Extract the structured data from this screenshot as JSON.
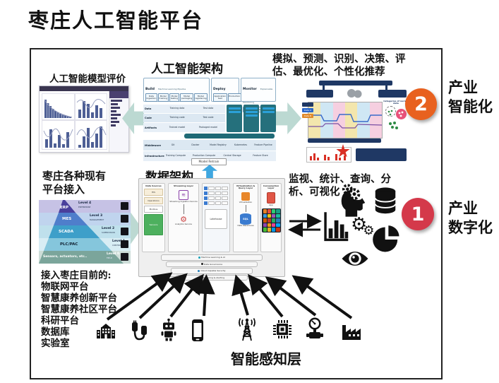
{
  "title": "枣庄人工智能平台",
  "colors": {
    "circle_industry_smart": "#e8611f",
    "circle_industry_digital": "#d4394a",
    "block_arrow": "#bcd9d2",
    "double_arrow": "#3fa7e0",
    "text": "#111111"
  },
  "model_eval": {
    "title": "人工智能模型评价"
  },
  "ai_arch": {
    "title": "人工智能架构",
    "build": {
      "label": "Build",
      "pipeline": "Machine Learning Pipeline",
      "steps": [
        "Data Ingestion",
        "Model training",
        "Model testing",
        "Model packaging",
        "Model registering"
      ]
    },
    "deploy": {
      "label": "Deploy",
      "steps": [
        "Application test",
        "Production"
      ]
    },
    "monitor": {
      "label": "Monitor",
      "pipeline": "Explainable Monitoring",
      "steps": [
        "Monitor",
        "Analyse",
        "Govern"
      ]
    },
    "rows": [
      {
        "label": "Data",
        "cells": [
          "Training data",
          "Test data"
        ]
      },
      {
        "label": "Code",
        "cells": [
          "Training code",
          "Test code"
        ]
      },
      {
        "label": "Artifacts",
        "cells": [
          "Trained model",
          "Packaged model"
        ]
      },
      {
        "label": "Middleware",
        "cells": [
          "Git",
          "Docker",
          "Model Registry",
          "Kubernetes",
          "Feature Pipeline"
        ]
      },
      {
        "label": "Infrastructure",
        "cells": [
          "Training Compute",
          "Production Compute",
          "Central Storage",
          "Feature Store"
        ]
      }
    ],
    "retrain": "Model Retrain"
  },
  "outcomes": "模拟、预测、识别、决策、评估、最优化、个性化推荐",
  "drift": {
    "caption": "Categories of normal data",
    "tag_a": "Data A",
    "tag_b": "Data B"
  },
  "industry_smart": {
    "number": "2",
    "line1": "产业",
    "line2": "智能化"
  },
  "industry_digital": {
    "number": "1",
    "line1": "产业",
    "line2": "数字化"
  },
  "platform_access": {
    "title": "枣庄各种现有平台接入"
  },
  "pyramid": {
    "levels": [
      {
        "system": "ERP",
        "level": "Level 4",
        "role": "ENTERPRISE"
      },
      {
        "system": "MES",
        "level": "Level 3",
        "role": "MANAGEMENT"
      },
      {
        "system": "SCADA",
        "level": "Level 2",
        "role": "SUPERVISION"
      },
      {
        "system": "PLC/PAC",
        "level": "Level 1",
        "role": "CONTROL"
      },
      {
        "system": "Sensors, actuators, etc..",
        "level": "Level 0",
        "role": "FIELD"
      }
    ]
  },
  "data_arch": {
    "title": "数据架构",
    "sources": {
      "title": "Data Sources",
      "items": [
        "HIS",
        "Operations",
        "Modbus",
        "Sensors"
      ]
    },
    "streaming": {
      "title": "Streaming Layer",
      "svc1": "Streaming Ingestion Service",
      "svc2": "Analytics Service"
    },
    "lakehouse": "Lakehouse",
    "virtualization": {
      "title": "Virtualization & Query Layer",
      "item1": "Virtualization",
      "sql": "SQL",
      "item2": "Data Warehouse"
    },
    "consumption": {
      "title": "Consumption Layer",
      "item1": "App"
    },
    "bars": [
      "Machine Learning & AI",
      "Data Governance",
      "Cloud Capable Security",
      "Monitoring & Alerting"
    ]
  },
  "analytics_text": "监视、统计、查询、分析、可视化",
  "access_list": {
    "header": "接入枣庄目前的:",
    "items": [
      "物联网平台",
      "智慧康养创新平台",
      "智慧康养社区平台",
      "科研平台",
      "数据库",
      "实验室"
    ]
  },
  "perception_label": "智能感知层"
}
